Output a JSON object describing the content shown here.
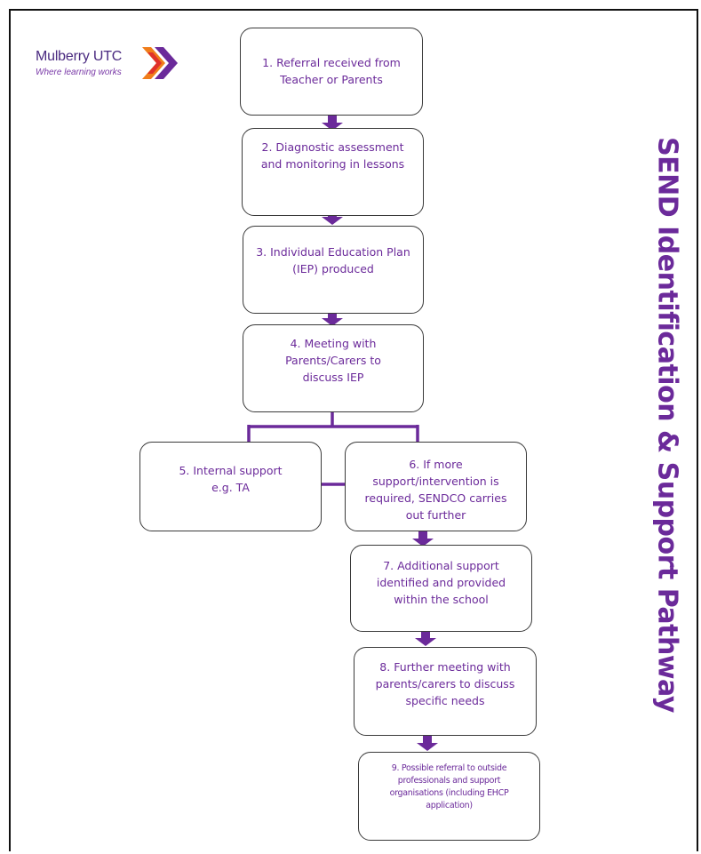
{
  "logo": {
    "name": "Mulberry UTC",
    "tagline": "Where learning works"
  },
  "title": "SEND Identification & Support Pathway",
  "colors": {
    "accent": "#6b2a9a",
    "box_border": "#3a3a3a",
    "connector": "#6b2a9a",
    "logo_orange": "#f07d1a"
  },
  "steps": [
    {
      "label": "1. Referral received from Teacher or Parents"
    },
    {
      "label": "2. Diagnostic assessment and monitoring in lessons"
    },
    {
      "label": "3. Individual Education Plan (IEP) produced"
    },
    {
      "label": "4. Meeting with Parents/Carers to discuss IEP"
    },
    {
      "label": "5. Internal support e.g. TA"
    },
    {
      "label": "6. If more support/intervention is required, SENDCO carries out further"
    },
    {
      "label": "7. Additional support identified and provided within the school"
    },
    {
      "label": "8. Further meeting with parents/carers to discuss specific needs"
    },
    {
      "label": "9. Possible referral to outside professionals and support organisations (including EHCP application)"
    }
  ],
  "flow": [
    {
      "from": 1,
      "to": 2
    },
    {
      "from": 2,
      "to": 3
    },
    {
      "from": 3,
      "to": 4
    },
    {
      "from": 4,
      "to": 5
    },
    {
      "from": 4,
      "to": 6
    },
    {
      "from": 5,
      "to": 6
    },
    {
      "from": 6,
      "to": 7
    },
    {
      "from": 7,
      "to": 8
    },
    {
      "from": 8,
      "to": 9
    }
  ]
}
